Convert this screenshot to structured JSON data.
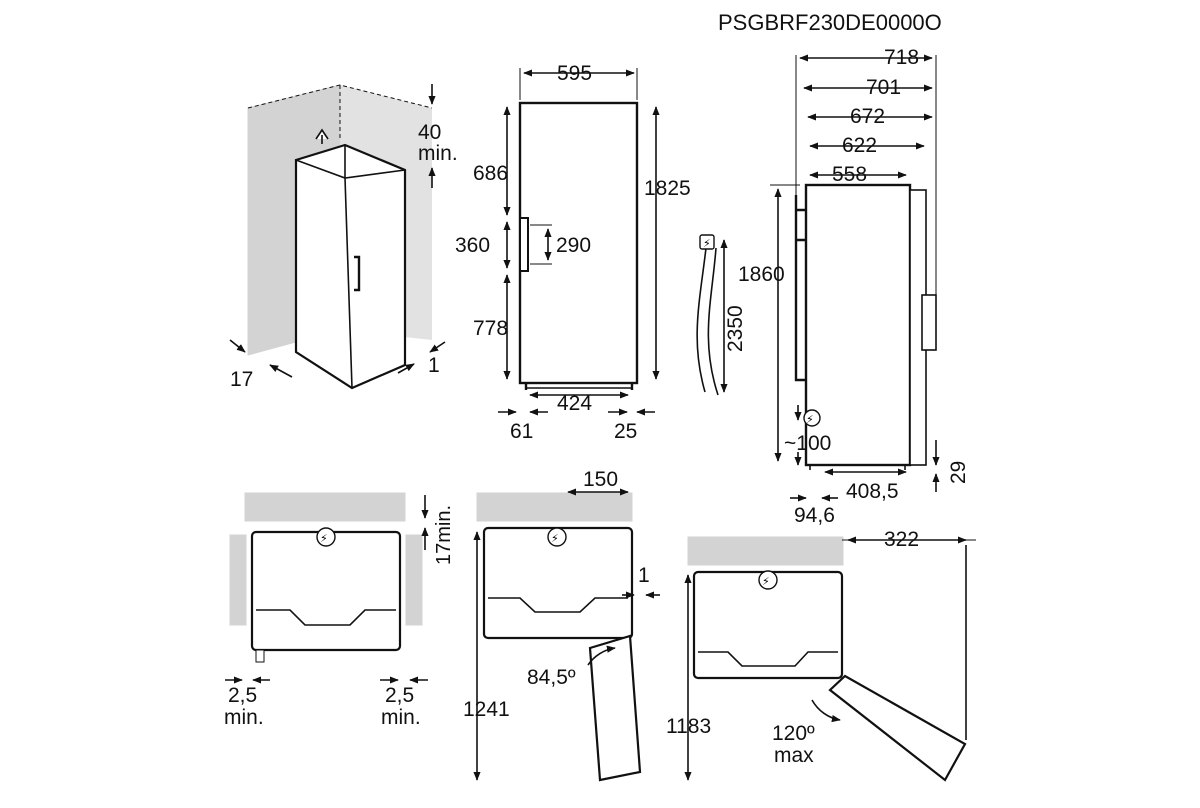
{
  "model": "PSGBRF230DE0000O",
  "views": {
    "perspective": {
      "top_clearance": "40",
      "top_clearance_unit": "min.",
      "side_gap": "17",
      "right_gap": "1"
    },
    "front": {
      "width": "595",
      "height": "1825",
      "top_to_handle": "686",
      "handle_span": "360",
      "handle_inner": "290",
      "handle_to_bottom": "778",
      "feet_span": "424",
      "foot_left": "61",
      "foot_right": "25"
    },
    "side": {
      "depth_total": "718",
      "depth_2": "701",
      "depth_3": "672",
      "depth_4": "622",
      "body_depth": "558",
      "height": "1860",
      "cable_height": "~100",
      "bottom_offset": "29",
      "foot_depth": "408,5",
      "foot_rear": "94,6"
    },
    "cable": {
      "length": "2350"
    },
    "plan_1": {
      "rear_gap": "17min.",
      "left_gap": "2,5",
      "left_gap_unit": "min.",
      "right_gap": "2,5",
      "right_gap_unit": "min."
    },
    "plan_2": {
      "offset": "150",
      "side_gap": "1",
      "angle": "84,5º",
      "depth": "1241"
    },
    "plan_3": {
      "offset": "322",
      "angle": "120º",
      "angle_unit": "max",
      "depth": "1183"
    }
  }
}
